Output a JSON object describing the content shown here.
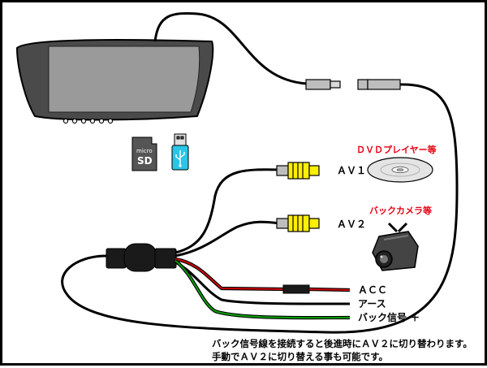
{
  "labels": {
    "dvd_player": "ＤＶＤプレイヤー等",
    "av1": "ＡＶ１",
    "back_camera": "バックカメラ等",
    "av2": "ＡＶ２",
    "acc": "ＡＣＣ",
    "ground": "アース",
    "reverse_signal": "バック信号 ＋"
  },
  "sd_card": {
    "micro_text": "micro",
    "sd_text": "SD"
  },
  "note": {
    "line1": "バック信号線を接続すると後進時にＡＶ２に切り替わります。",
    "line2": "手動でＡＶ２に切り替える事も可能です。"
  },
  "colors": {
    "cable": "#000000",
    "rca_yellow": "#ffef00",
    "wire_red": "#d00000",
    "wire_green": "#00a000",
    "label_red": "#e60012",
    "usb_cyan": "#29c6e6",
    "screen": "#9a9a9a",
    "housing": "#4a4a4a"
  }
}
